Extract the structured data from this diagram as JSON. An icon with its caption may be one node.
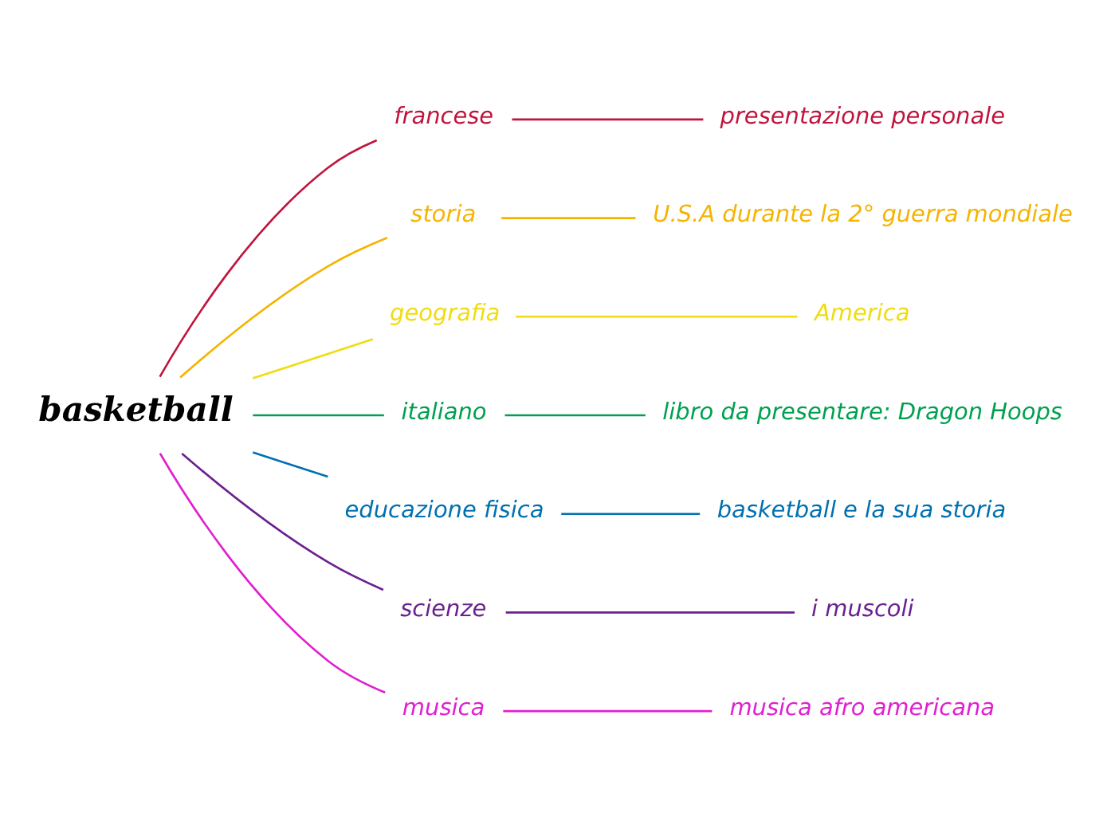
{
  "diagram": {
    "nodes": [
      {
        "text": [
          "basketball"
        ]
      },
      {
        "text": [
          "francese"
        ]
      },
      {
        "text": [
          "presentazione personale"
        ]
      },
      {
        "text": [
          "storia"
        ]
      },
      {
        "text": [
          "U.S.A durante la 2° guerra mondiale"
        ]
      },
      {
        "text": [
          "geografia"
        ]
      },
      {
        "text": [
          "America"
        ]
      },
      {
        "text": [
          "italiano"
        ]
      },
      {
        "text": [
          "libro da presentare: Dragon Hoops"
        ]
      },
      {
        "text": [
          "educazione fisica"
        ]
      },
      {
        "text": [
          "basketball e la sua storia"
        ]
      },
      {
        "text": [
          "scienze"
        ]
      },
      {
        "text": [
          "i muscoli"
        ]
      },
      {
        "text": [
          "musica"
        ]
      },
      {
        "text": [
          "musica afro americana"
        ]
      }
    ],
    "edges": [
      {
        "from": 0,
        "to": 1,
        "arrow": "none",
        "color": "#c0143c"
      },
      {
        "from": 1,
        "to": 2,
        "arrow": "none",
        "color": "#c0143c"
      },
      {
        "from": 0,
        "to": 3,
        "arrow": "none",
        "color": "#f5b400"
      },
      {
        "from": 3,
        "to": 4,
        "arrow": "none",
        "color": "#f5b400"
      },
      {
        "from": 0,
        "to": 5,
        "arrow": "none",
        "color": "#f0dc10"
      },
      {
        "from": 5,
        "to": 6,
        "arrow": "none",
        "color": "#f0dc10"
      },
      {
        "from": 0,
        "to": 7,
        "arrow": "none",
        "color": "#00a050"
      },
      {
        "from": 7,
        "to": 8,
        "arrow": "none",
        "color": "#00a050"
      },
      {
        "from": 0,
        "to": 9,
        "arrow": "none",
        "color": "#0070b0"
      },
      {
        "from": 9,
        "to": 10,
        "arrow": "none",
        "color": "#0070b0"
      },
      {
        "from": 0,
        "to": 11,
        "arrow": "none",
        "color": "#6a2090"
      },
      {
        "from": 11,
        "to": 12,
        "arrow": "none",
        "color": "#6a2090"
      },
      {
        "from": 0,
        "to": 13,
        "arrow": "none",
        "color": "#e020d0"
      },
      {
        "from": 13,
        "to": 14,
        "arrow": "none",
        "color": "#e020d0"
      }
    ]
  }
}
